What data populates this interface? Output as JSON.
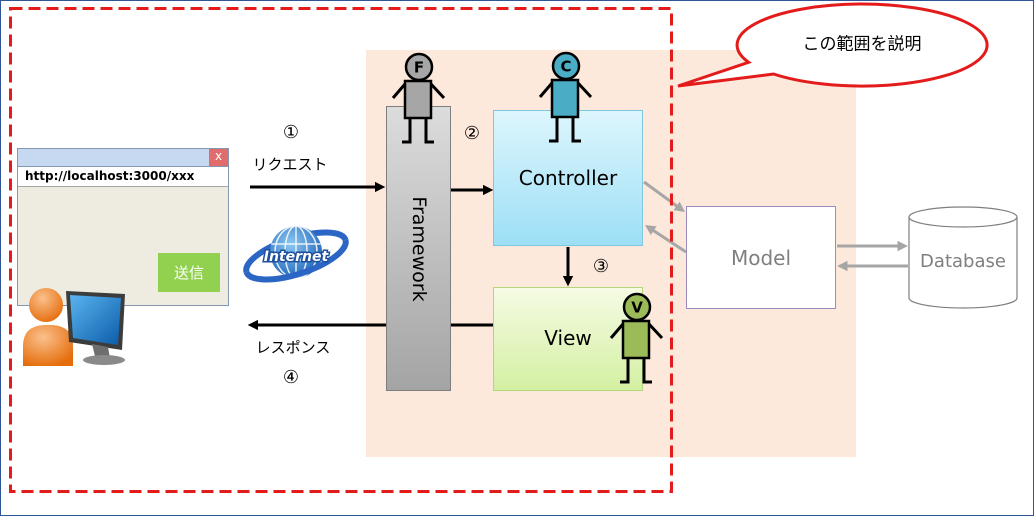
{
  "scope_callout": {
    "text": "この範囲を説明"
  },
  "browser": {
    "close_label": "x",
    "url": "http://localhost:3000/xxx",
    "submit_label": "送信"
  },
  "internet_logo": {
    "text": "Internet"
  },
  "flow_steps": {
    "request": "①",
    "framework_to_controller": "②",
    "controller_to_view": "③",
    "response": "④"
  },
  "request": {
    "label": "リクエスト"
  },
  "response": {
    "label": "レスポンス"
  },
  "framework": {
    "label": "Framework",
    "figure_letter": "F"
  },
  "controller": {
    "label": "Controller",
    "figure_letter": "C"
  },
  "view": {
    "label": "View",
    "figure_letter": "V"
  },
  "model": {
    "label": "Model"
  },
  "database": {
    "label": "Database"
  },
  "icons": {
    "user": "user-at-computer-icon",
    "internet": "internet-globe-icon",
    "database": "database-cylinder-icon"
  },
  "colors": {
    "scope_border": "#e31b1b",
    "highlight_area": "#fde8dc",
    "framework_figure": "#a6a6a6",
    "controller_figure": "#4bacc6",
    "view_figure": "#9bbb59",
    "submit_button": "#92d050",
    "flow_arrow": "#000000",
    "model_arrow": "#a6a6a6"
  }
}
